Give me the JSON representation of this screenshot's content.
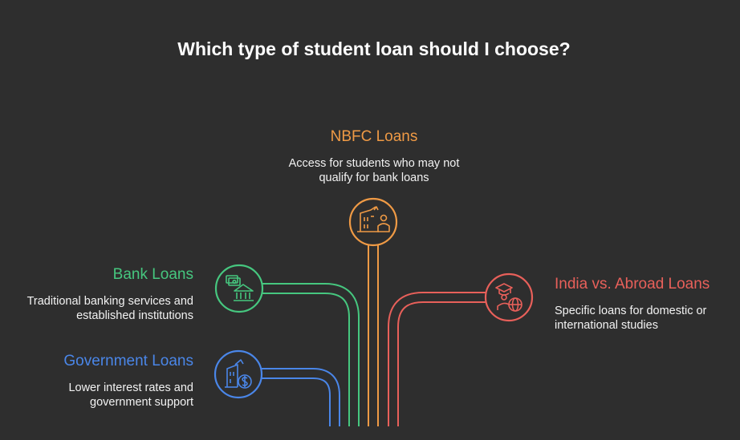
{
  "title": "Which type of student loan should I choose?",
  "options": {
    "nbfc": {
      "heading": "NBFC Loans",
      "line1": "Access for students who may not",
      "line2": "qualify for bank loans",
      "color": "#ef9a45",
      "icon": "building-person-icon"
    },
    "bank": {
      "heading": "Bank Loans",
      "line1": "Traditional banking services and",
      "line2": "established institutions",
      "color": "#46c77f",
      "icon": "cash-bank-icon"
    },
    "government": {
      "heading": "Government Loans",
      "line1": "Lower interest rates and",
      "line2": "government support",
      "color": "#4a86e8",
      "icon": "government-building-dollar-icon"
    },
    "abroad": {
      "heading": "India vs. Abroad Loans",
      "line1": "Specific loans for domestic or",
      "line2": "international studies",
      "color": "#e8605a",
      "icon": "graduate-globe-icon"
    }
  }
}
